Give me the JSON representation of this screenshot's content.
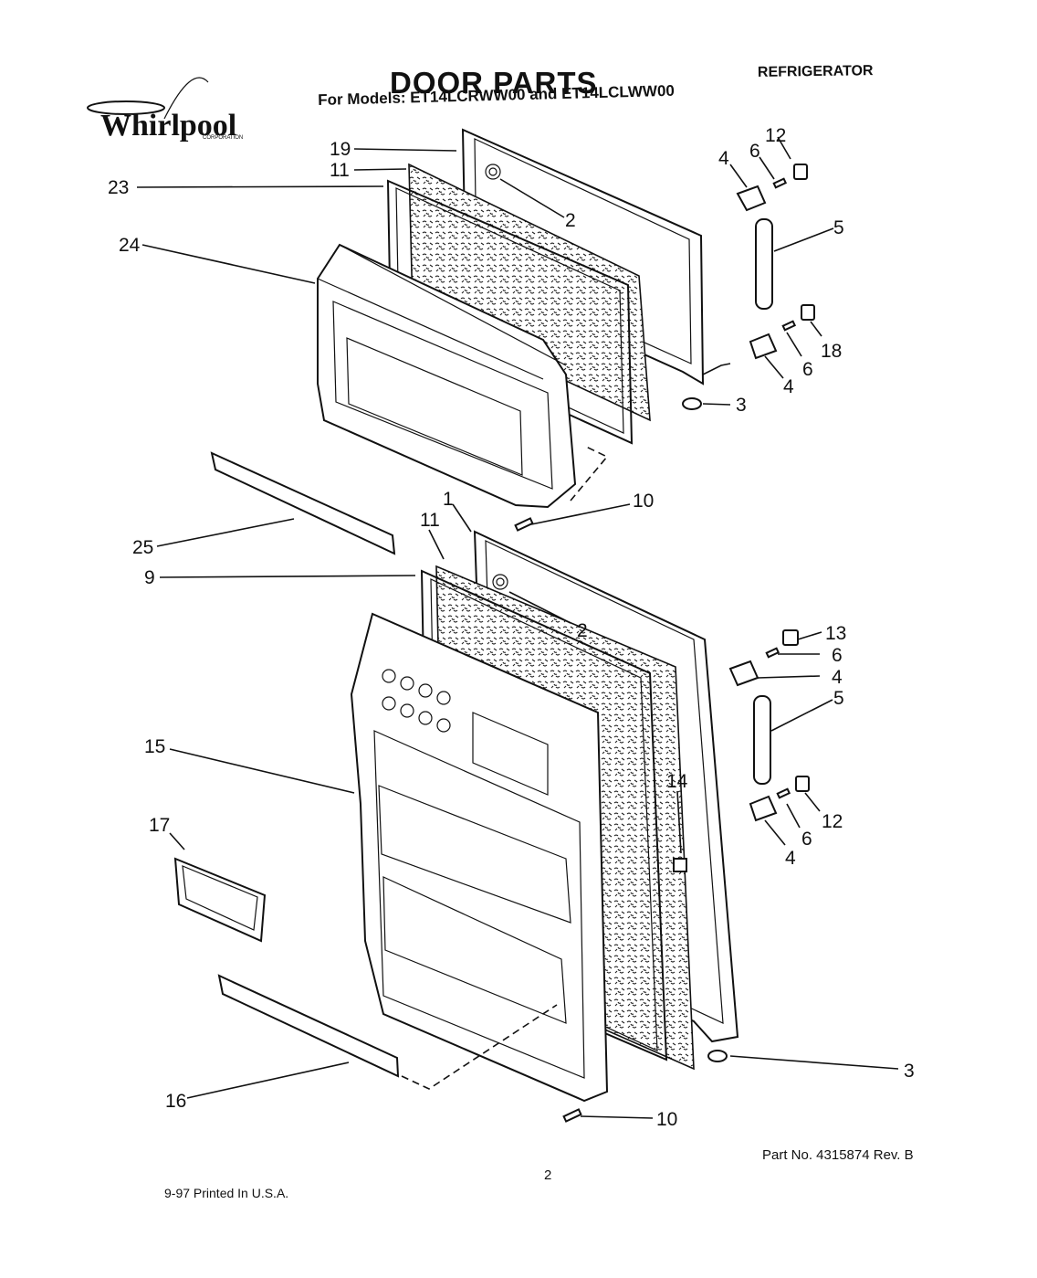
{
  "header": {
    "title": "DOOR PARTS",
    "subtitle": "For Models: ET14LCRWW00 and ET14LCLWW00",
    "category": "REFRIGERATOR",
    "brand": "Whirlpool",
    "brand_sub": "CORPORATION"
  },
  "footer": {
    "part_number": "Part No. 4315874   Rev. B",
    "page_number": "2",
    "printed": "9-97 Printed In U.S.A."
  },
  "callouts": {
    "c19": "19",
    "c11a": "11",
    "c23": "23",
    "c24": "24",
    "c2a": "2",
    "c12a": "12",
    "c4a": "4",
    "c6a": "6",
    "c5a": "5",
    "c18": "18",
    "c6b": "6",
    "c4b": "4",
    "c3a": "3",
    "c10a": "10",
    "c1": "1",
    "c25": "25",
    "c11b": "11",
    "c9": "9",
    "c2b": "2",
    "c13": "13",
    "c6c": "6",
    "c4c": "4",
    "c5b": "5",
    "c15": "15",
    "c14": "14",
    "c12b": "12",
    "c6d": "6",
    "c4d": "4",
    "c17": "17",
    "c3b": "3",
    "c16": "16",
    "c10b": "10"
  }
}
